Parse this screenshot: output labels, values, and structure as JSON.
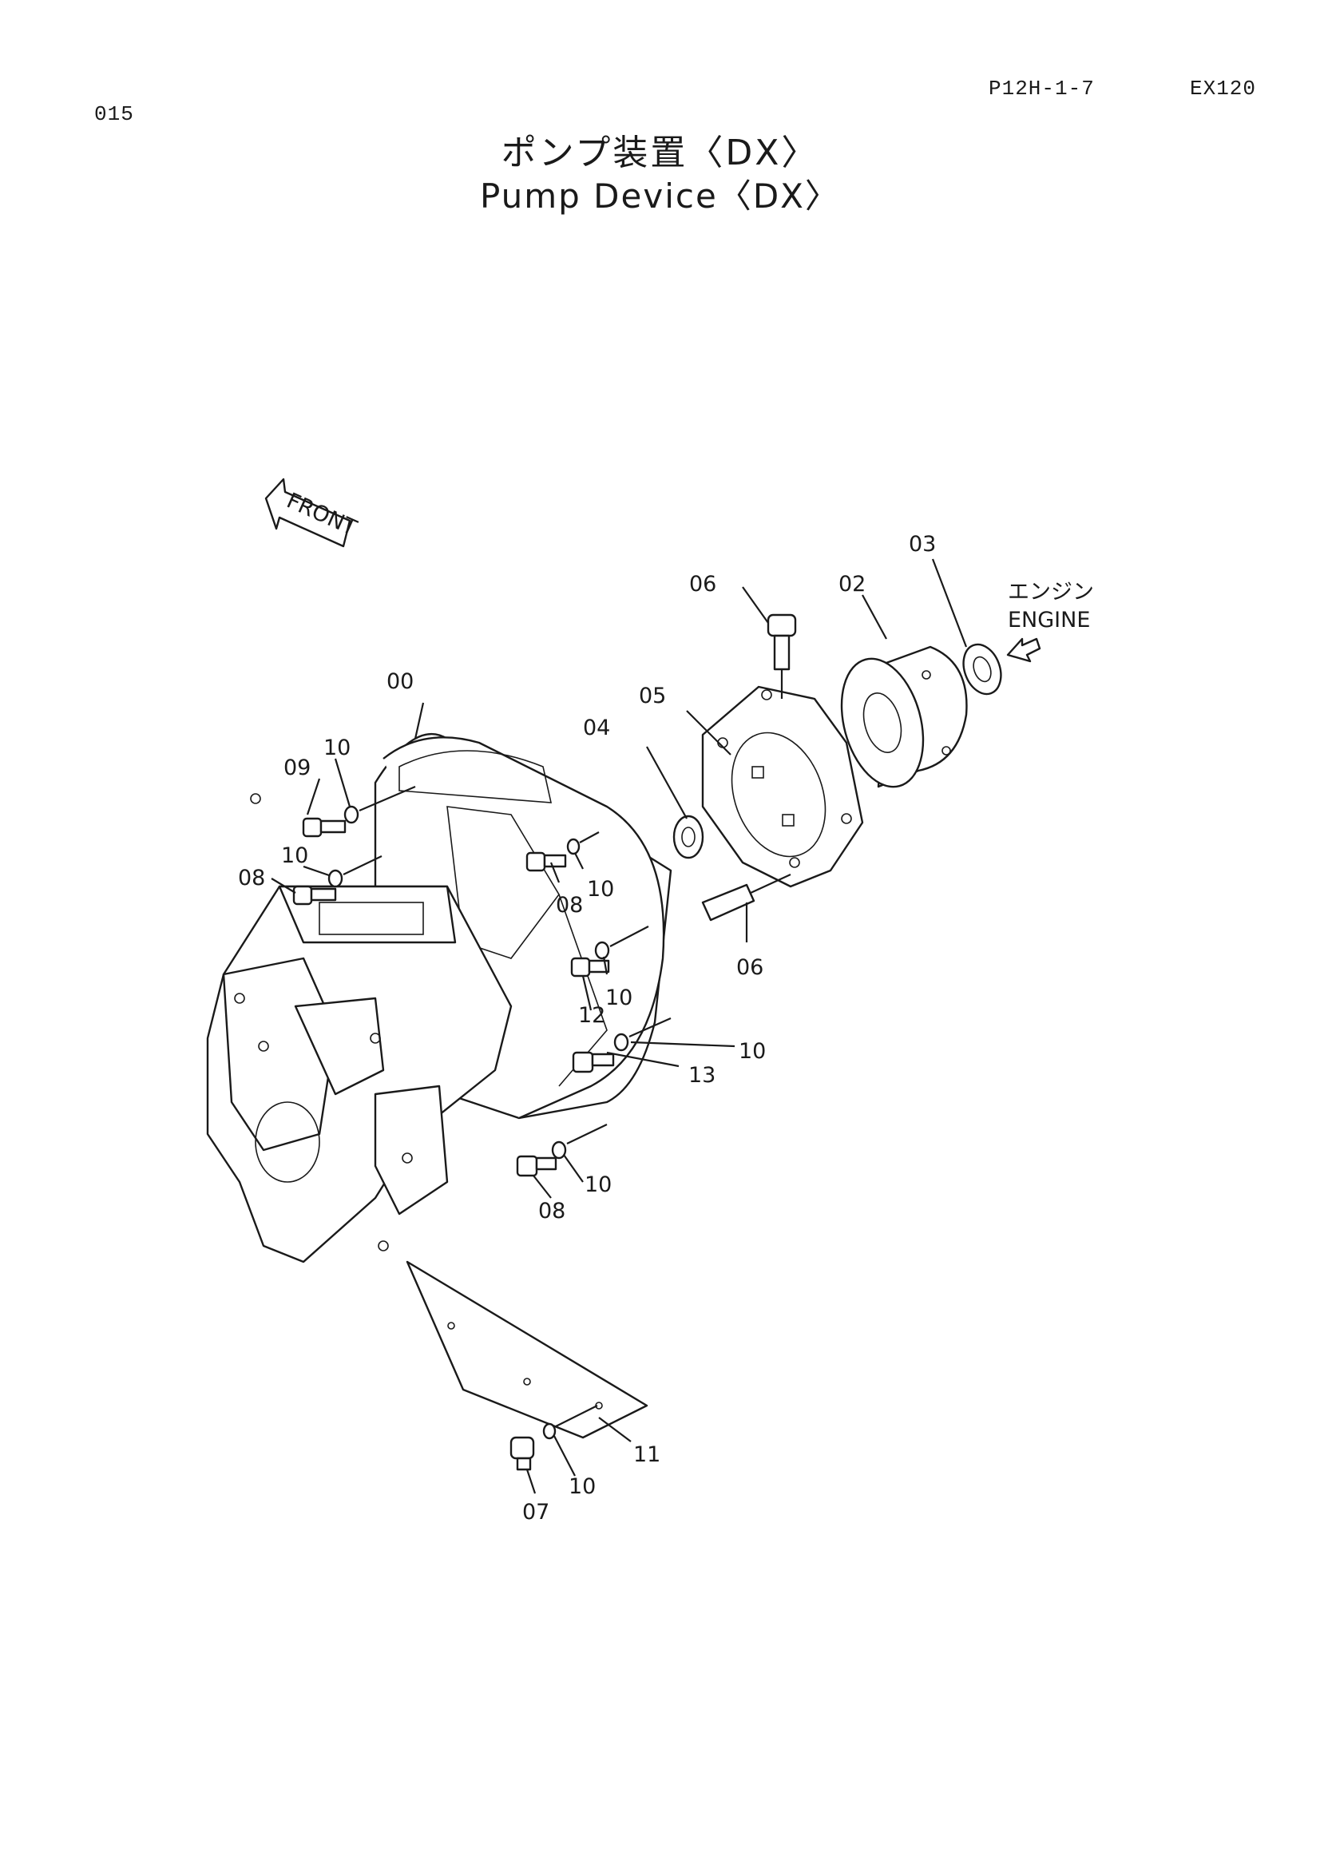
{
  "header": {
    "page_number": "015",
    "sheet_code": "P12H-1-7",
    "model_code": "EX120"
  },
  "title": {
    "japanese": "ポンプ装置〈DX〉",
    "english": "Pump Device〈DX〉"
  },
  "diagram": {
    "front_marker": "FRONT",
    "engine_label_jp": "エンジン",
    "engine_label_en": "ENGINE",
    "callouts": [
      "00",
      "02",
      "03",
      "04",
      "05",
      "06",
      "06",
      "07",
      "08",
      "08",
      "08",
      "09",
      "10",
      "10",
      "10",
      "10",
      "10",
      "10",
      "10",
      "11",
      "12",
      "13"
    ]
  }
}
